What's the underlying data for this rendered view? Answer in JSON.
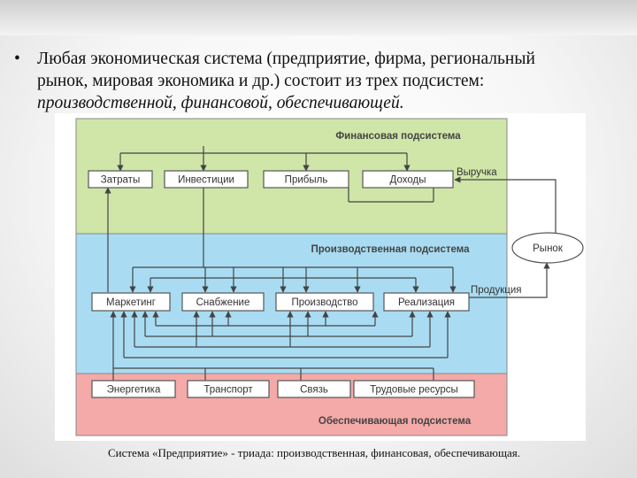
{
  "bullet": {
    "marker": "•",
    "line1": "Любая экономическая система (предприятие, фирма, региональный",
    "line2": "рынок, мировая экономика и др.) состоит из трех подсистем:",
    "line3": "производственной, финансовой, обеспечивающей."
  },
  "diagram": {
    "financial": {
      "title": "Финансовая подсистема",
      "color": "#cfe6a8",
      "items": [
        "Затраты",
        "Инвестиции",
        "Прибыль",
        "Доходы"
      ]
    },
    "production": {
      "title": "Производственная подсистема",
      "color": "#a9dcf2",
      "items": [
        "Маркетинг",
        "Снабжение",
        "Производство",
        "Реализация"
      ]
    },
    "support": {
      "title": "Обеспечивающая подсистема",
      "color": "#f4aaa8",
      "items": [
        "Энергетика",
        "Транспорт",
        "Связь",
        "Трудовые ресурсы"
      ]
    },
    "market": "Рынок",
    "revenue": "Выручка",
    "product": "Продукция"
  },
  "caption": "Система «Предприятие» - триада: производственная, финансовая, обеспечивающая."
}
